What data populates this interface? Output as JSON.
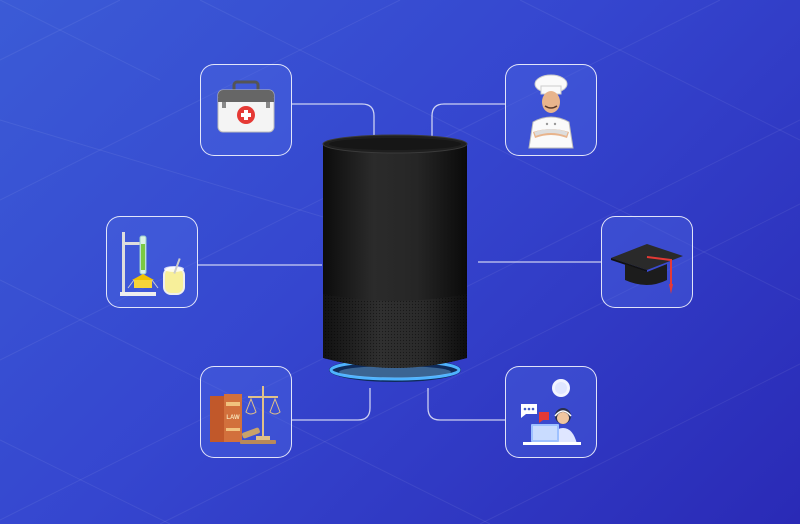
{
  "scene": {
    "colors": {
      "background_start": "#3b5bd6",
      "background_end": "#2a2ab6",
      "tile_border": "#ffffff",
      "speaker_body": "#1b1b1b",
      "light_ring": "#4fb3ff"
    }
  },
  "device": {
    "icon": "smart-speaker-icon"
  },
  "tiles": [
    {
      "id": "medical",
      "icon": "first-aid-kit-icon"
    },
    {
      "id": "chef",
      "icon": "chef-icon"
    },
    {
      "id": "chemistry",
      "icon": "lab-flask-icon"
    },
    {
      "id": "education",
      "icon": "graduation-cap-icon"
    },
    {
      "id": "law",
      "icon": "law-books-scales-icon"
    },
    {
      "id": "support",
      "icon": "customer-support-icon"
    }
  ],
  "law_book_label": "LAW"
}
